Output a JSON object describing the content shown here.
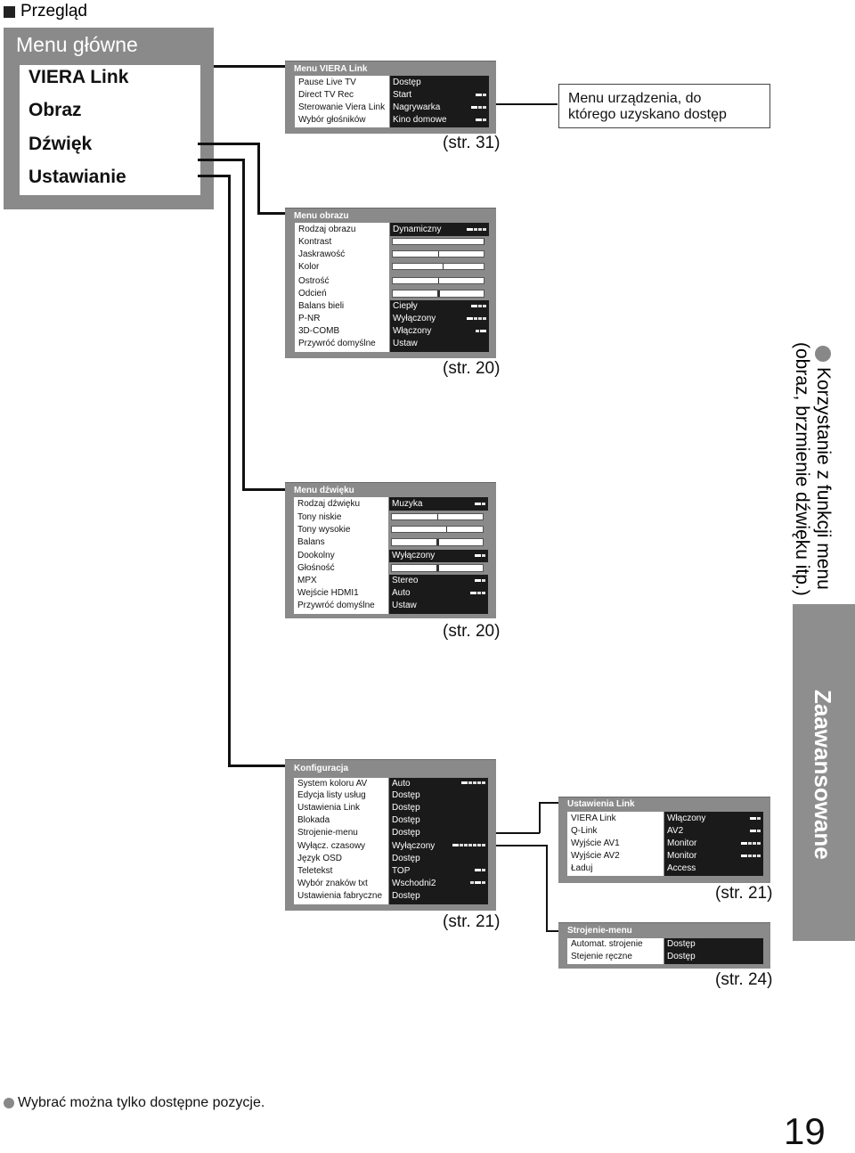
{
  "section_title": "Przegląd",
  "main_menu": {
    "title": "Menu główne",
    "items": [
      "VIERA Link",
      "Obraz",
      "Dźwięk",
      "Ustawianie"
    ]
  },
  "viera_menu": {
    "title": "Menu VIERA Link",
    "labels": [
      "Pause Live TV",
      "Direct TV Rec",
      "Sterowanie Viera Link",
      "Wybór głośników"
    ],
    "values": [
      "Dostęp",
      "Start",
      "Nagrywarka",
      "Kino domowe"
    ],
    "ref": "(str. 31)"
  },
  "device_menu_note": {
    "line1": "Menu urządzenia, do",
    "line2": "którego uzyskano dostęp"
  },
  "picture_menu": {
    "title": "Menu obrazu",
    "labels": [
      "Rodzaj obrazu",
      "Kontrast",
      "Jaskrawość",
      "Kolor",
      "Ostrość",
      "Odcień",
      "Balans bieli",
      "P-NR",
      "3D-COMB",
      "Przywróć domyślne"
    ],
    "values": [
      "Dynamiczny",
      "",
      "",
      "",
      "",
      "",
      "Ciepły",
      "Wyłączony",
      "Włączony",
      "Ustaw"
    ],
    "levels": {
      "Kontrast": 1.0,
      "Jaskrawość": 0.5,
      "Kolor": 0.55,
      "Ostrość": 0.5,
      "Odcień": 0.5
    },
    "ref": "(str. 20)"
  },
  "sound_menu": {
    "title": "Menu dźwięku",
    "labels": [
      "Rodzaj dźwięku",
      "Tony niskie",
      "Tony wysokie",
      "Balans",
      "Dookolny",
      "Głośność",
      "MPX",
      "Wejście HDMI1",
      "Przywróć domyślne"
    ],
    "values": [
      "Muzyka",
      "",
      "",
      "",
      "Wyłączony",
      "",
      "Stereo",
      "Auto",
      "Ustaw"
    ],
    "levels": {
      "Tony niskie": 0.5,
      "Tony wysokie": 0.6,
      "Balans": 0.5,
      "Głośność": 0.5
    },
    "ref": "(str. 20)"
  },
  "setup_menu": {
    "title": "Konfiguracja",
    "labels": [
      "System koloru AV",
      "Edycja listy usług",
      "Ustawienia Link",
      "Blokada",
      "Strojenie-menu",
      "Wyłącz. czasowy",
      "Język OSD",
      "Teletekst",
      "Wybór znaków txt",
      "Ustawienia fabryczne"
    ],
    "values": [
      "Auto",
      "Dostęp",
      "Dostęp",
      "Dostęp",
      "Dostęp",
      "Wyłączony",
      "Dostęp",
      "TOP",
      "Wschodni2",
      "Dostęp"
    ],
    "ref": "(str. 21)"
  },
  "link_settings": {
    "title": "Ustawienia Link",
    "labels": [
      "VIERA Link",
      "Q-Link",
      "Wyjście AV1",
      "Wyjście AV2",
      "Ładuj"
    ],
    "values": [
      "Włączony",
      "AV2",
      "Monitor",
      "Monitor",
      "Access"
    ],
    "ref": "(str. 21)"
  },
  "tuning_menu": {
    "title": "Strojenie-menu",
    "labels": [
      "Automat. strojenie",
      "Stejenie ręczne"
    ],
    "values": [
      "Dostęp",
      "Dostęp"
    ],
    "ref": "(str. 24)"
  },
  "side_heading": {
    "line1": "Korzystanie z funkcji menu",
    "line2": "(obraz, brzmienie dźwięku itp.)"
  },
  "side_tab": "Zaawansowane",
  "footnote": "Wybrać można tylko dostępne pozycje.",
  "page_number": "19"
}
